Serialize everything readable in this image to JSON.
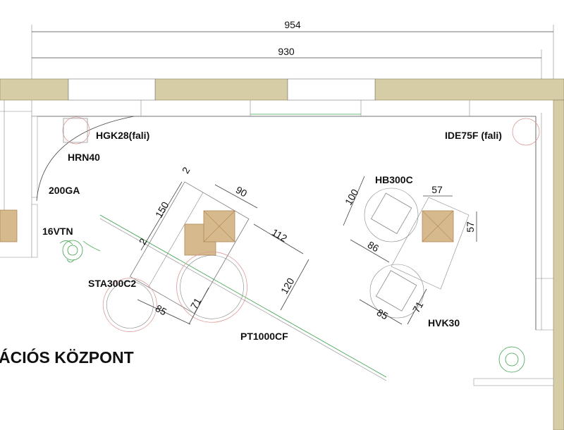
{
  "dimensions": {
    "overall_width": "954",
    "inner_width": "930",
    "sta_offset_top": "2",
    "sta_depth": "150",
    "sink_width": "90",
    "pt_width": "112",
    "sta_offset_bottom": "2",
    "sta_base_width": "85",
    "sta_base_depth": "71",
    "pt_depth": "120",
    "hb_depth": "100",
    "hb_sink_width": "57",
    "hb_sink_depth": "57",
    "hb_width": "86",
    "hvk_width": "85",
    "hvk_depth": "71"
  },
  "labels": {
    "hgk28": "HGK28(fali)",
    "hrn40": "HRN40",
    "ga200": "200GA",
    "vtn16": "16VTN",
    "sta300c2": "STA300C2",
    "pt1000cf": "PT1000CF",
    "hb300c": "HB300C",
    "ide75f": "IDE75F (fali)",
    "hvk30": "HVK30"
  },
  "room_title": "ÁCIÓS KÖZPONT",
  "colors": {
    "wall": "#d6cca6",
    "fixture": "#d6b98c",
    "green": "#3aa34a"
  }
}
